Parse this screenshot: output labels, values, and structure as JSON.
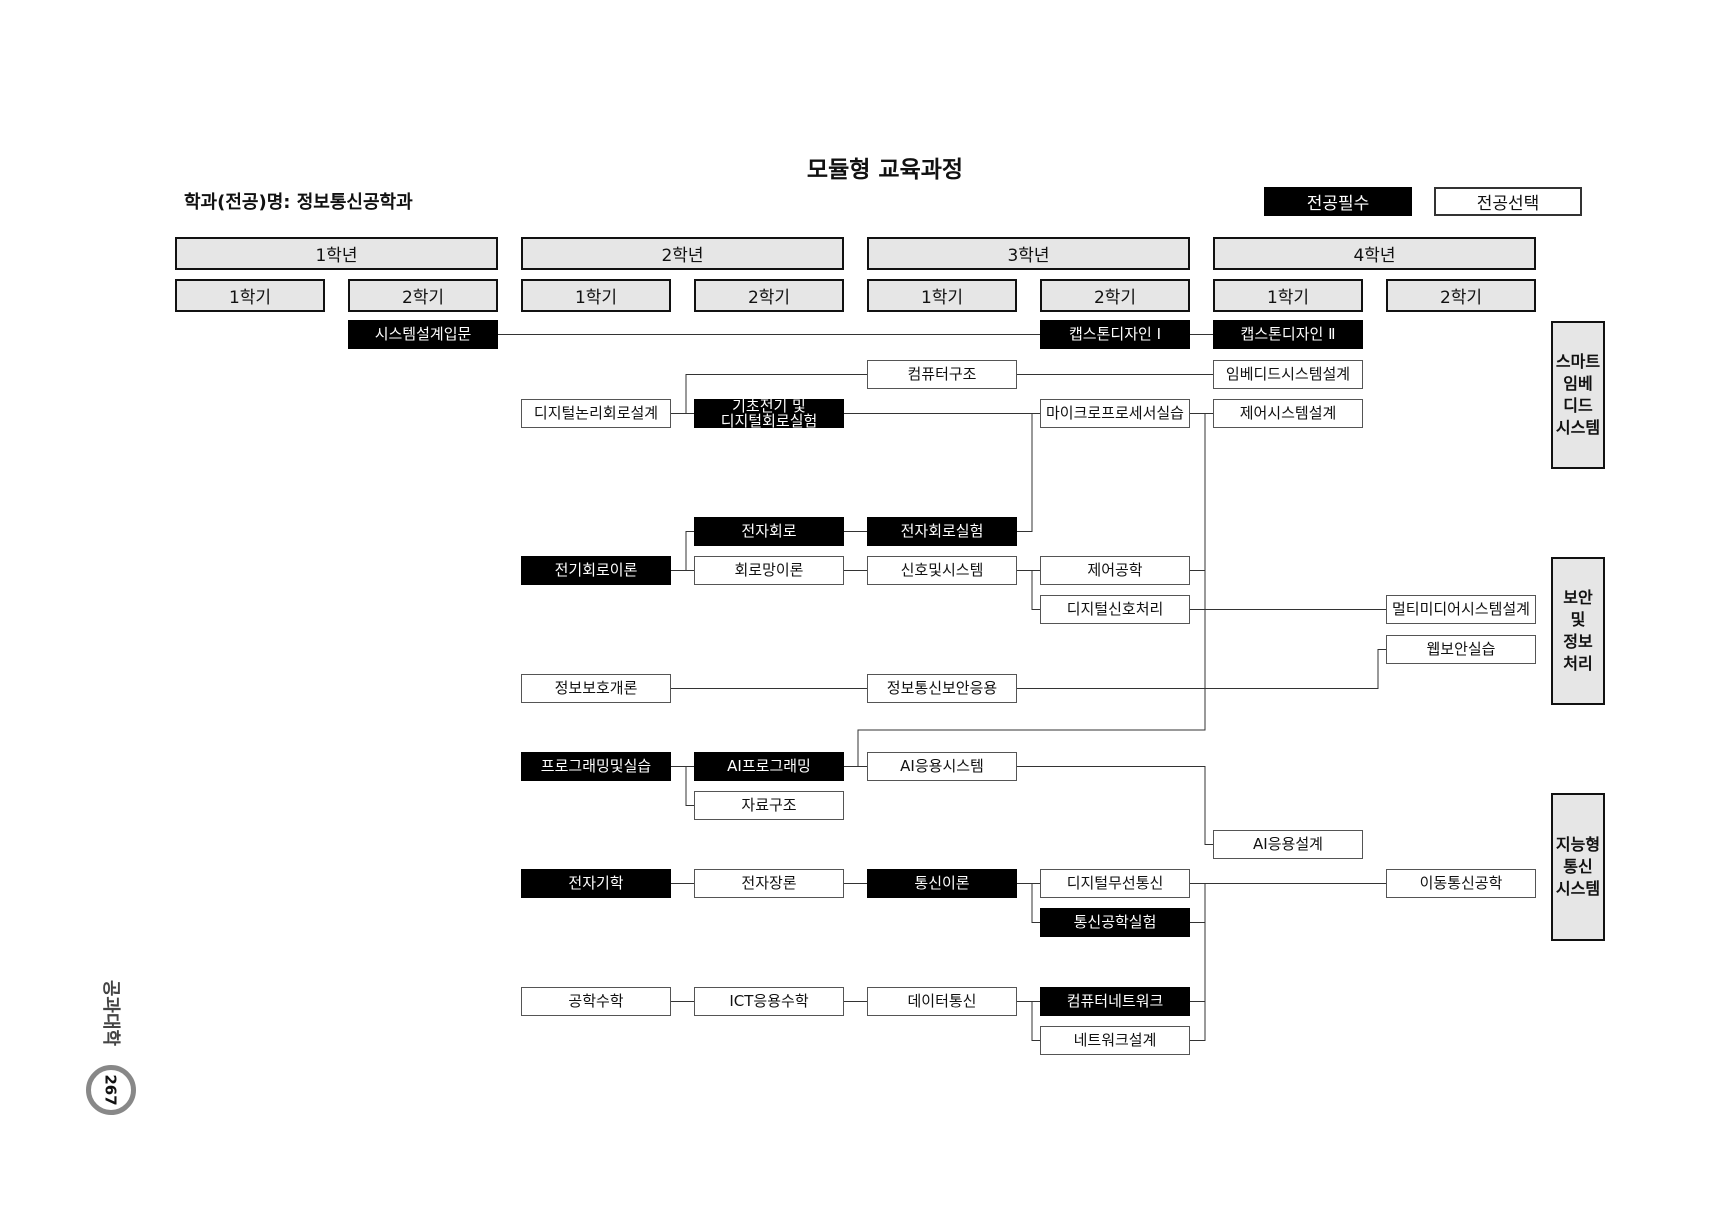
{
  "title": "모듈형 교육과정",
  "department_label": "학과(전공)명:  정보통신공학과",
  "legend": {
    "required": "전공필수",
    "elective": "전공선택"
  },
  "years": [
    "1학년",
    "2학년",
    "3학년",
    "4학년"
  ],
  "semester_labels": [
    "1학기",
    "2학기",
    "1학기",
    "2학기",
    "1학기",
    "2학기",
    "1학기",
    "2학기"
  ],
  "modules": [
    "스마트\n임베\n디드\n시스템",
    "보안\n및\n정보\n처리",
    "지능형\n통신\n시스템"
  ],
  "courses": [
    {
      "name": "시스템설계입문",
      "required": true
    },
    {
      "name": "캡스톤디자인 Ⅰ",
      "required": true
    },
    {
      "name": "캡스톤디자인 Ⅱ",
      "required": true
    },
    {
      "name": "컴퓨터구조",
      "required": false
    },
    {
      "name": "임베디드시스템설계",
      "required": false
    },
    {
      "name": "디지털논리회로설계",
      "required": false
    },
    {
      "name": "기초전기 및\n디지털회로실험",
      "required": true
    },
    {
      "name": "마이크로프로세서실습",
      "required": false
    },
    {
      "name": "제어시스템설계",
      "required": false
    },
    {
      "name": "전자회로",
      "required": true
    },
    {
      "name": "전자회로실험",
      "required": true
    },
    {
      "name": "전기회로이론",
      "required": true
    },
    {
      "name": "회로망이론",
      "required": false
    },
    {
      "name": "신호및시스템",
      "required": false
    },
    {
      "name": "제어공학",
      "required": false
    },
    {
      "name": "디지털신호처리",
      "required": false
    },
    {
      "name": "멀티미디어시스템설계",
      "required": false
    },
    {
      "name": "웹보안실습",
      "required": false
    },
    {
      "name": "정보보호개론",
      "required": false
    },
    {
      "name": "정보통신보안응용",
      "required": false
    },
    {
      "name": "프로그래밍및실습",
      "required": true
    },
    {
      "name": "AI프로그래밍",
      "required": true
    },
    {
      "name": "AI응용시스템",
      "required": false
    },
    {
      "name": "자료구조",
      "required": false
    },
    {
      "name": "AI응용설계",
      "required": false
    },
    {
      "name": "전자기학",
      "required": true
    },
    {
      "name": "전자장론",
      "required": false
    },
    {
      "name": "통신이론",
      "required": true
    },
    {
      "name": "디지털무선통신",
      "required": false
    },
    {
      "name": "이동통신공학",
      "required": false
    },
    {
      "name": "통신공학실험",
      "required": true
    },
    {
      "name": "공학수학",
      "required": false
    },
    {
      "name": "ICT응용수학",
      "required": false
    },
    {
      "name": "데이터통신",
      "required": false
    },
    {
      "name": "컴퓨터네트워크",
      "required": true
    },
    {
      "name": "네트워크설계",
      "required": false
    }
  ],
  "side_label": "공과대학",
  "page_number": "267"
}
